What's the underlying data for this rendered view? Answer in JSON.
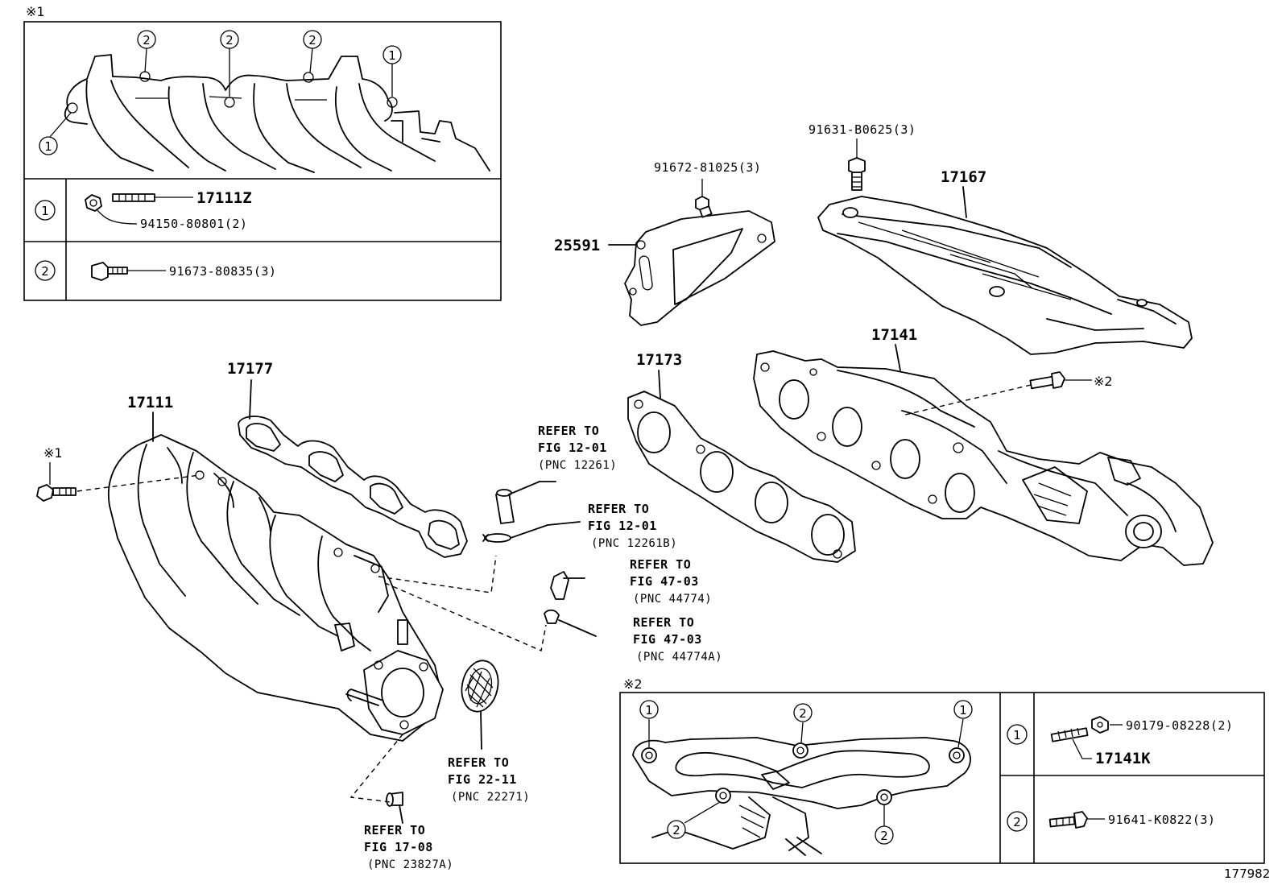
{
  "diagram_id": "177982",
  "detail_1": {
    "marker": "※1",
    "row1_circle": "1",
    "row1_stud": "17111Z",
    "row1_nut": "94150-80801(2)",
    "row2_circle": "2",
    "row2_bolt": "91673-80835(3)",
    "callout_1": "1",
    "callout_2": "2"
  },
  "detail_2": {
    "marker": "※2",
    "row1_circle": "1",
    "row1_nut": "90179-08228(2)",
    "row1_stud": "17141K",
    "row2_circle": "2",
    "row2_bolt": "91641-K0822(3)",
    "callout_1": "1",
    "callout_2": "2"
  },
  "parts": {
    "intake_manifold": "17111",
    "intake_gasket": "17177",
    "bracket": "25591",
    "bracket_bolt": "91672-81025(3)",
    "heat_insulator": "17167",
    "insulator_bolt": "91631-B0625(3)",
    "exhaust_manifold": "17141",
    "exhaust_gasket": "17173",
    "marker_1": "※1",
    "marker_2": "※2"
  },
  "refs": {
    "r1": {
      "l1": "REFER TO",
      "l2": "FIG 12-01",
      "l3": "(PNC 12261)"
    },
    "r2": {
      "l1": "REFER TO",
      "l2": "FIG 12-01",
      "l3": "(PNC 12261B)"
    },
    "r3": {
      "l1": "REFER TO",
      "l2": "FIG 47-03",
      "l3": "(PNC 44774)"
    },
    "r4": {
      "l1": "REFER TO",
      "l2": "FIG 47-03",
      "l3": "(PNC 44774A)"
    },
    "r5": {
      "l1": "REFER TO",
      "l2": "FIG 22-11",
      "l3": "(PNC 22271)"
    },
    "r6": {
      "l1": "REFER TO",
      "l2": "FIG 17-08",
      "l3": "(PNC 23827A)"
    }
  }
}
